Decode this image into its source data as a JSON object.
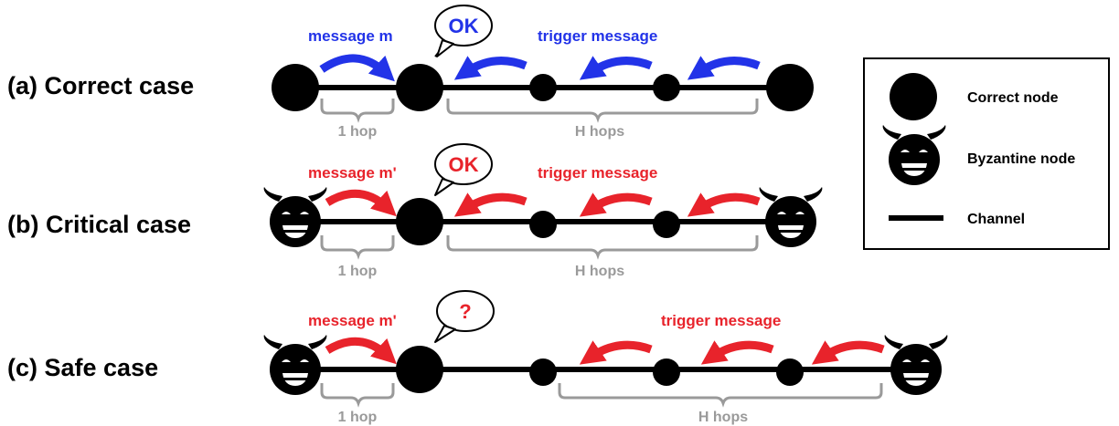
{
  "cases": [
    {
      "title": "(a)  Correct case",
      "speech": "OK",
      "left_message": "message m",
      "right_message": "trigger  message",
      "one_hop": "1 hop",
      "h_hops": "H hops",
      "color": "#2233e8"
    },
    {
      "title": "(b)  Critical case",
      "speech": "OK",
      "left_message": "message m'",
      "right_message": "trigger  message",
      "one_hop": "1 hop",
      "h_hops": "H hops",
      "color": "#e8232b"
    },
    {
      "title": "(c)  Safe case",
      "speech": "?",
      "left_message": "message m'",
      "right_message": "trigger  message",
      "one_hop": "1 hop",
      "h_hops": "H hops",
      "color": "#e8232b"
    }
  ],
  "legend": {
    "correct_node": "Correct node",
    "byzantine_node": "Byzantine node",
    "channel": "Channel"
  },
  "colors": {
    "blue": "#2233e8",
    "red": "#e8232b",
    "gray": "#9a9a9a",
    "black": "#000000"
  }
}
